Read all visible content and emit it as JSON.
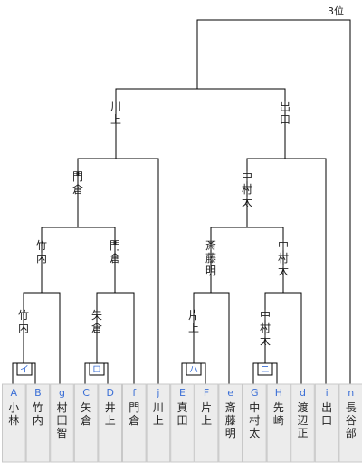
{
  "place_label": "3位",
  "players": [
    {
      "code": "A",
      "name": "小林"
    },
    {
      "code": "B",
      "name": "竹内"
    },
    {
      "code": "g",
      "name": "村田智"
    },
    {
      "code": "C",
      "name": "矢倉"
    },
    {
      "code": "D",
      "name": "井上"
    },
    {
      "code": "f",
      "name": "門倉"
    },
    {
      "code": "j",
      "name": "川上"
    },
    {
      "code": "E",
      "name": "真田"
    },
    {
      "code": "F",
      "name": "片上"
    },
    {
      "code": "e",
      "name": "斎藤明"
    },
    {
      "code": "G",
      "name": "中村太"
    },
    {
      "code": "H",
      "name": "先崎"
    },
    {
      "code": "d",
      "name": "渡辺正"
    },
    {
      "code": "i",
      "name": "出口"
    },
    {
      "code": "n",
      "name": "長谷部"
    }
  ],
  "pools": [
    "イ",
    "ロ",
    "ハ",
    "ニ"
  ],
  "winners": {
    "r1_left": "竹内",
    "r1_right": "矢倉",
    "r2_left": "竹内",
    "r2_right": "門倉",
    "r3_left": "門倉",
    "r1_e": "片上",
    "r1_g": "中村太",
    "r2_e": "斎藤明",
    "r2_g": "中村太",
    "r3_right": "中村太",
    "sf_left": "川上",
    "sf_right": "出口"
  }
}
